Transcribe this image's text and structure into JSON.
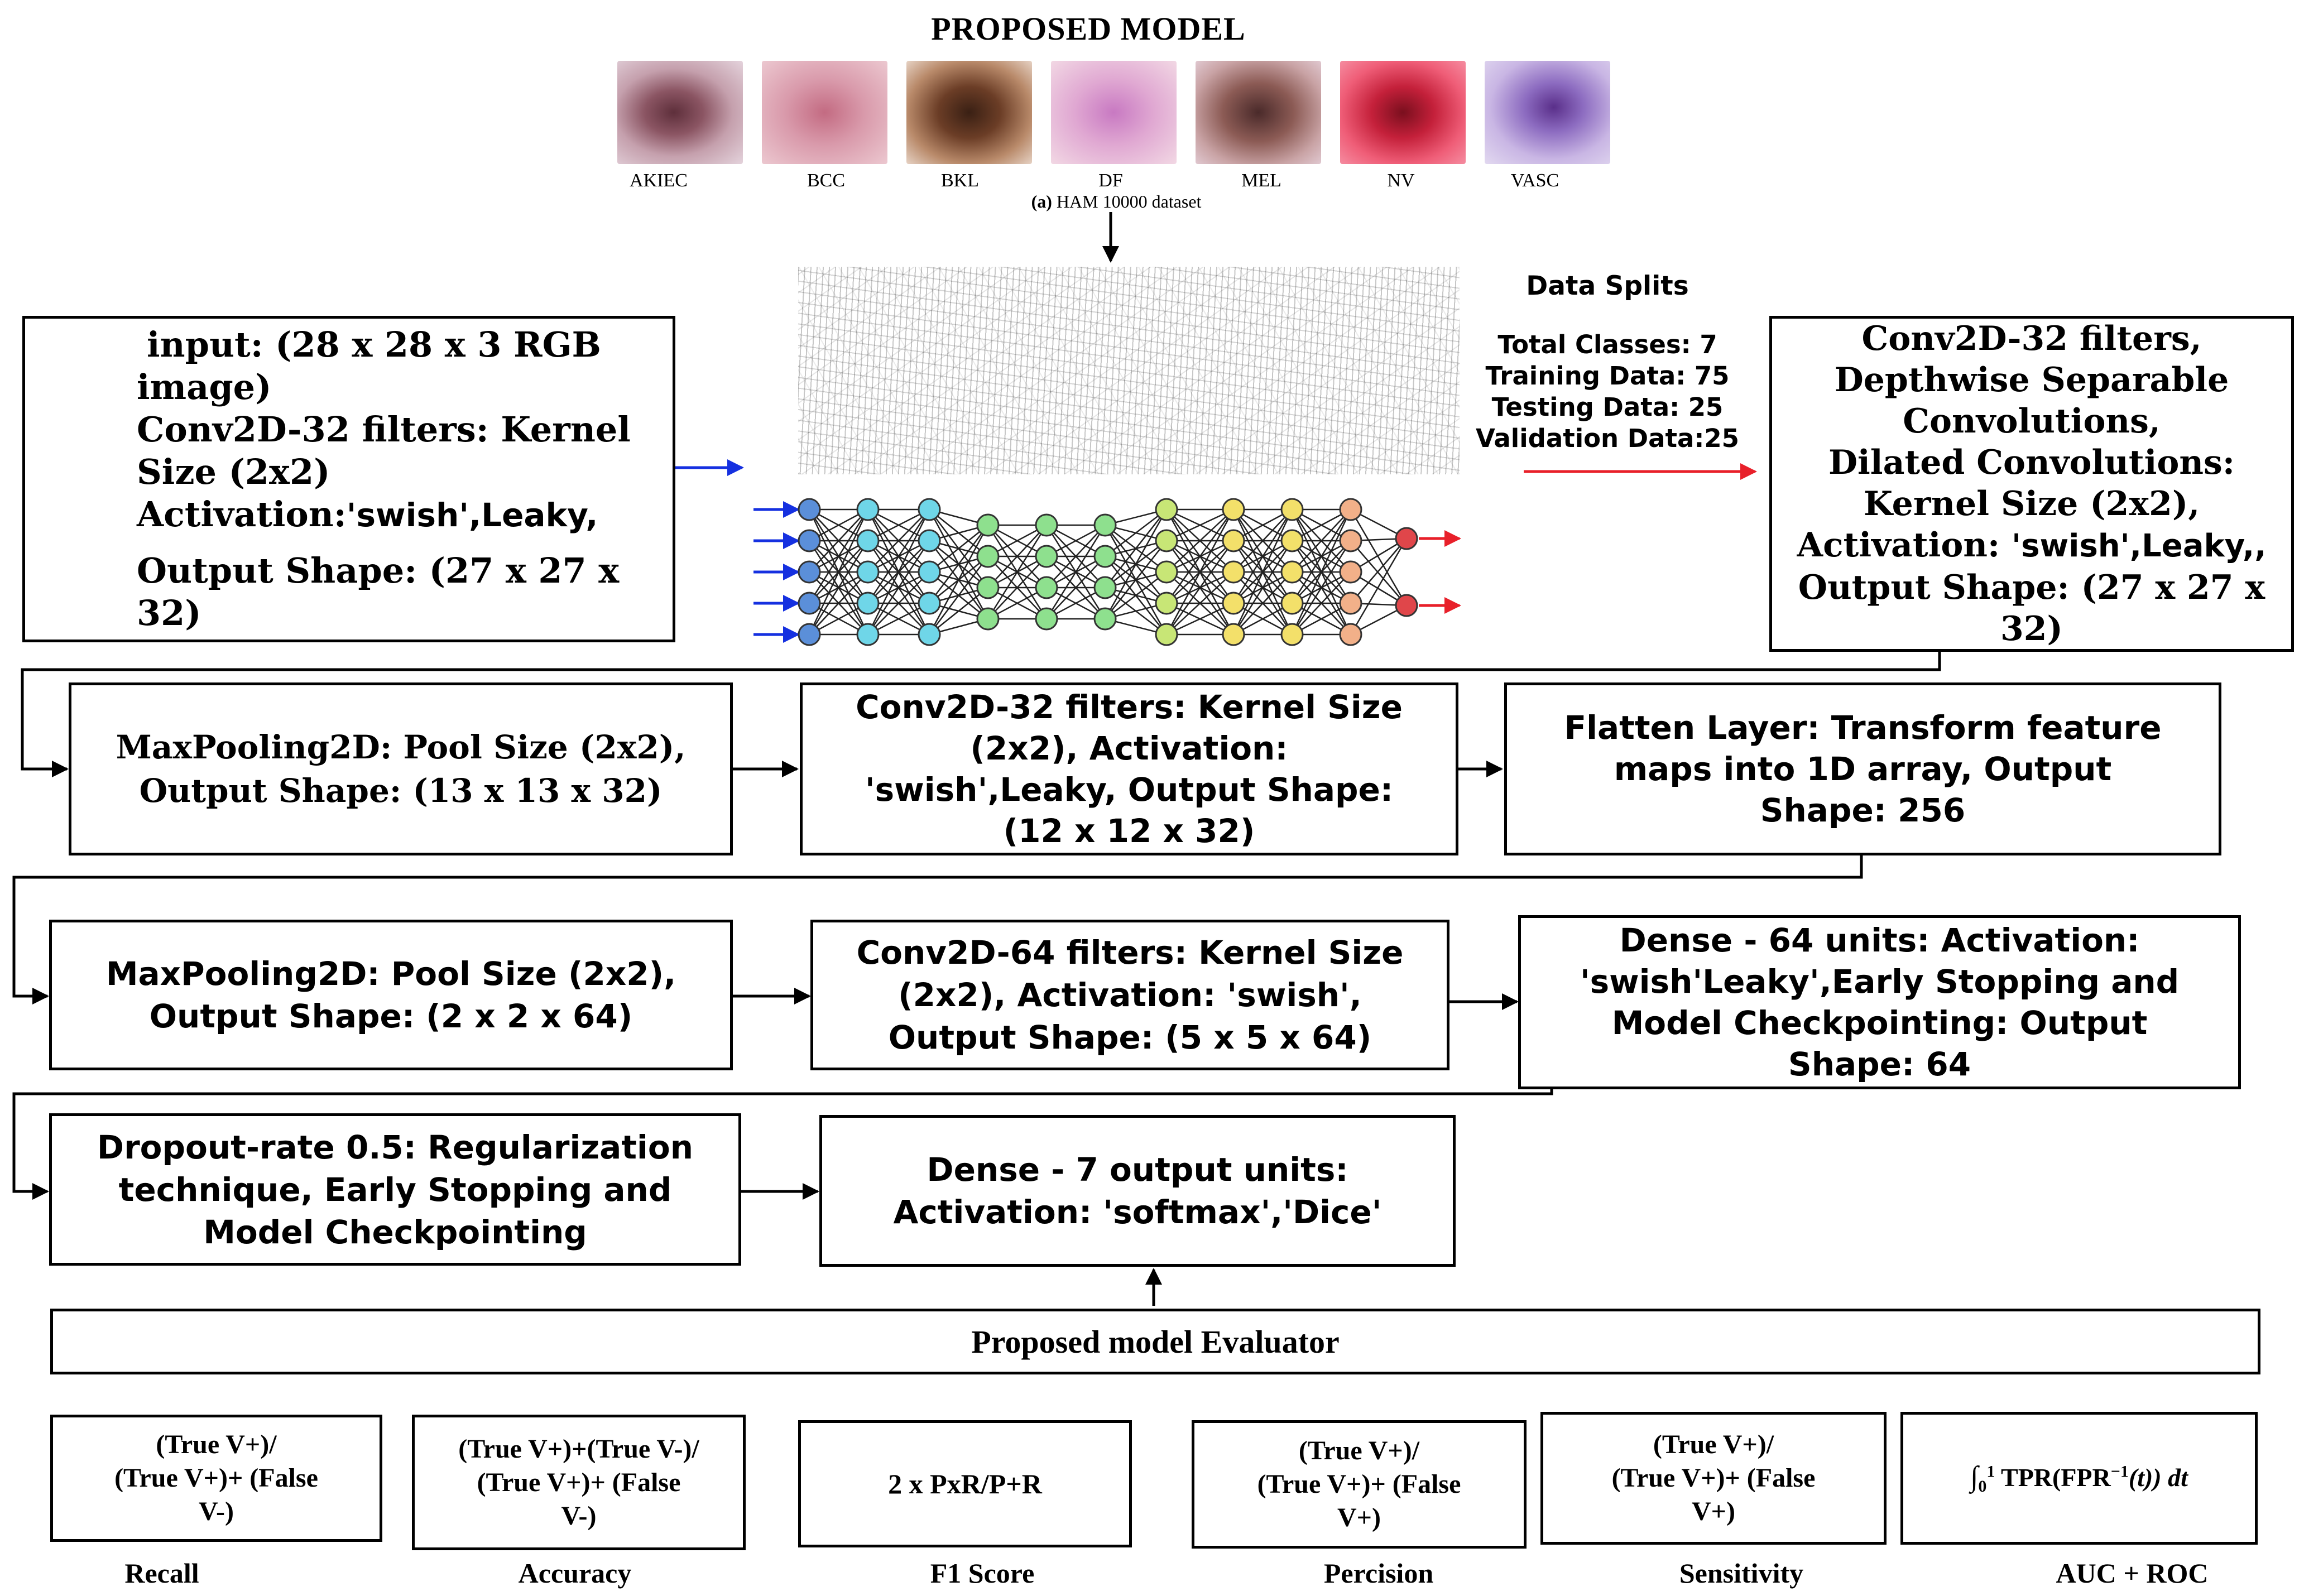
{
  "title": "PROPOSED MODEL",
  "dataset": {
    "caption_prefix": "(a)",
    "caption": "HAM 10000 dataset",
    "classes": [
      {
        "label": "AKIEC",
        "color": "#b48a8f"
      },
      {
        "label": "BCC",
        "color": "#d7a3ad"
      },
      {
        "label": "BKL",
        "color": "#7a4c38"
      },
      {
        "label": "DF",
        "color": "#e2b2c9"
      },
      {
        "label": "MEL",
        "color": "#a77673"
      },
      {
        "label": "NV",
        "color": "#e03c5a"
      },
      {
        "label": "VASC",
        "color": "#b8a2d6"
      }
    ]
  },
  "data_splits": {
    "heading": "Data Splits",
    "total_classes": "Total Classes: 7",
    "training": "Training Data: 75",
    "testing": "Testing Data: 25",
    "validation": "Validation Data:25"
  },
  "boxes": {
    "input": {
      "line1": "input: (28 x 28 x 3 RGB",
      "line2": "image)",
      "line3": "Conv2D-32 filters: Kernel",
      "line4": "Size (2x2)",
      "line5_a": "Activation:",
      "line5_b": "'swish',Leaky,",
      "line6": "Output Shape: (27 x 27 x",
      "line7": "32)"
    },
    "conv_dw": {
      "line1": "Conv2D-32 filters,",
      "line2": "Depthwise Separable",
      "line3": "Convolutions,",
      "line4": "Dilated Convolutions:",
      "line5": "Kernel Size (2x2),",
      "line6_a": "Activation:",
      "line6_b": "'swish',Leaky,,",
      "line7": "Output Shape: (27 x 27 x",
      "line8": "32)"
    },
    "maxpool1": {
      "line1": "MaxPooling2D: Pool Size (2x2),",
      "line2": "Output Shape: (13 x 13 x 32)"
    },
    "conv2": {
      "line1": "Conv2D-32 filters: Kernel Size",
      "line2": "(2x2),  Activation:",
      "line3": "'swish',Leaky, Output Shape:",
      "line4": "(12 x 12 x 32)"
    },
    "flatten": {
      "line1": "Flatten Layer: Transform feature",
      "line2": "maps into 1D array, Output",
      "line3": "Shape: 256"
    },
    "maxpool2": {
      "line1": "MaxPooling2D: Pool Size (2x2),",
      "line2": "Output Shape: (2 x 2 x 64)"
    },
    "conv3": {
      "line1": "Conv2D-64 filters: Kernel Size",
      "line2": "(2x2), Activation: 'swish',",
      "line3": "Output Shape: (5 x 5 x 64)"
    },
    "dense64": {
      "line1": "Dense - 64 units: Activation:",
      "line2": "'swish'Leaky',Early Stopping and",
      "line3": "Model Checkpointing: Output",
      "line4": "Shape: 64"
    },
    "dropout": {
      "line1": "Dropout-rate 0.5: Regularization",
      "line2": "technique, Early Stopping and",
      "line3": "Model Checkpointing"
    },
    "dense7": {
      "line1": "Dense - 7 output units:",
      "line2": "Activation: 'softmax','Dice'"
    },
    "evaluator": {
      "label": "Proposed model Evaluator"
    }
  },
  "metrics": [
    {
      "formula1": "(True V+)/",
      "formula2": "(True V+)+ (False",
      "formula3": "V-)",
      "name": "Recall"
    },
    {
      "formula1": "(True V+)+(True V-)/",
      "formula2": "(True V+)+ (False",
      "formula3": "V-)",
      "name": "Accuracy"
    },
    {
      "formula1": "2 x PxR/P+R",
      "formula2": "",
      "formula3": "",
      "name": "F1 Score"
    },
    {
      "formula1": "(True V+)/",
      "formula2": "(True V+)+ (False",
      "formula3": "V+)",
      "name": "Percision"
    },
    {
      "formula1": "(True V+)/",
      "formula2": "(True V+)+ (False",
      "formula3": "V+)",
      "name": "Sensitivity"
    },
    {
      "formula1": "TPR(FPR",
      "formula2": "",
      "formula3": "",
      "name": "AUC + ROC",
      "int_sign": "∫",
      "int_lower": "0",
      "int_upper": "1",
      "exponent": "−1",
      "arg": "(t)) dt"
    }
  ],
  "nn_layer_colors": [
    "#5b8fd9",
    "#6fd6e8",
    "#6fd6e8",
    "#8ee08e",
    "#8ee08e",
    "#8ee08e",
    "#c8e676",
    "#f3e06a",
    "#f3e06a",
    "#f2b089",
    "#e0464a"
  ]
}
